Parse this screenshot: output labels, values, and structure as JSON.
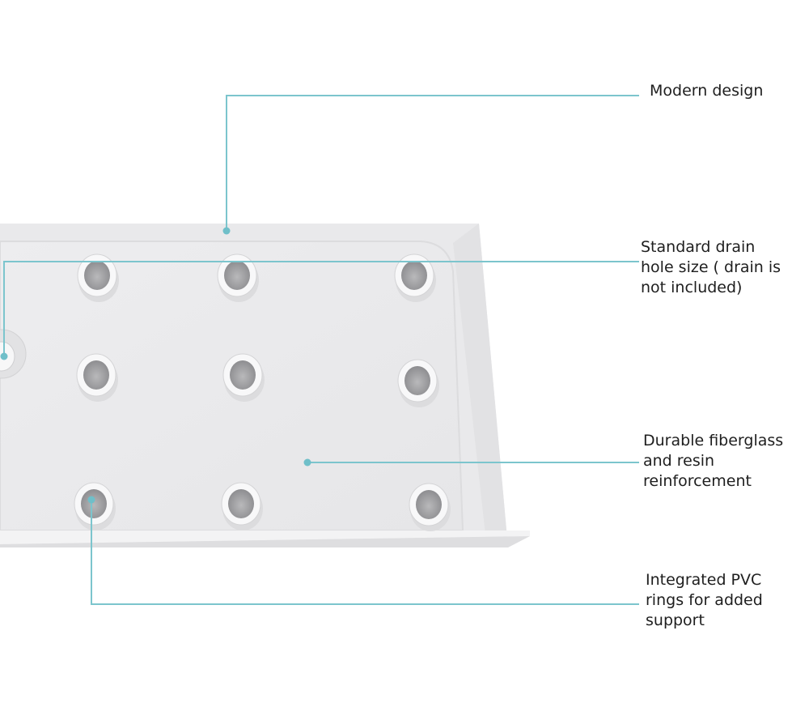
{
  "callouts": {
    "modern_design": {
      "lines": [
        "Modern design"
      ]
    },
    "drain_hole": {
      "lines": [
        "Standard drain",
        "hole size ( drain is",
        "not included)"
      ]
    },
    "fiberglass": {
      "lines": [
        "Durable fiberglass",
        "and resin",
        "reinforcement"
      ]
    },
    "pvc_rings": {
      "lines": [
        "Integrated PVC",
        "rings for added",
        "support"
      ]
    }
  },
  "colors": {
    "callout_line": "#7cc5cd",
    "tray": "#ececee",
    "text": "#1e1e1e"
  }
}
